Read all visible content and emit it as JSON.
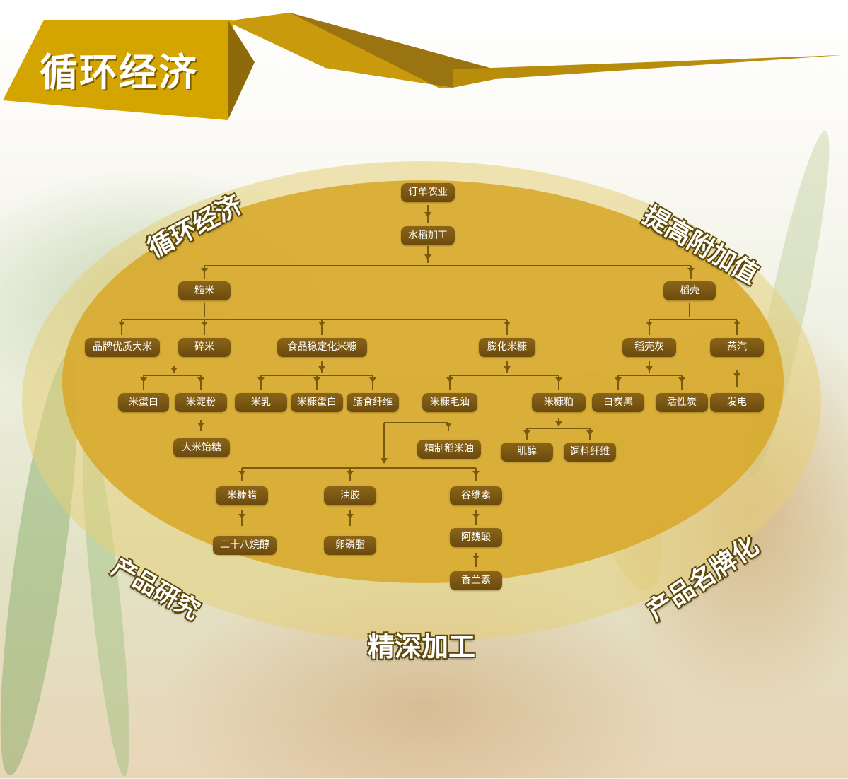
{
  "header": {
    "title": "循环经济"
  },
  "ring_labels": {
    "top_left": "循环经济",
    "top_right": "提高附加值",
    "bottom_left": "产品研究",
    "bottom_right": "产品名牌化",
    "bottom_center": "精深加工"
  },
  "nodes": {
    "n1": "订单农业",
    "n2": "水稻加工",
    "n3": "糙米",
    "n4": "稻壳",
    "n5": "品牌优质大米",
    "n6": "碎米",
    "n7": "食品稳定化米糠",
    "n8": "膨化米糠",
    "n9": "稻壳灰",
    "n10": "蒸汽",
    "n11": "米蛋白",
    "n12": "米淀粉",
    "n13": "米乳",
    "n14": "米糠蛋白",
    "n15": "膳食纤维",
    "n16": "米糠毛油",
    "n17": "米糠粕",
    "n18": "白炭黑",
    "n19": "活性炭",
    "n20": "发电",
    "n21": "大米饴糖",
    "n22": "精制稻米油",
    "n23": "肌醇",
    "n24": "饲料纤维",
    "n25": "米糠蜡",
    "n26": "油胶",
    "n27": "谷维素",
    "n28": "二十八烷醇",
    "n29": "卵磷脂",
    "n30": "阿魏酸",
    "n31": "香兰素"
  },
  "colors": {
    "banner_gold": "#d4a500",
    "banner_dark": "#8f6a08",
    "ellipse": "#d9ad2a",
    "node_fill": "#7a570f",
    "line": "#7a5a0c"
  }
}
